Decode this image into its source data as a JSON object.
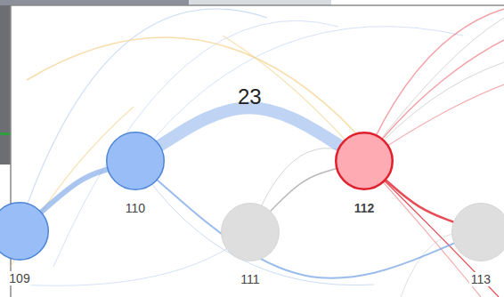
{
  "diagram": {
    "nodes": [
      {
        "text": [
          "109"
        ]
      },
      {
        "text": [
          "110"
        ]
      },
      {
        "text": [
          "111"
        ]
      },
      {
        "text": [
          "112"
        ]
      },
      {
        "text": [
          "113"
        ]
      }
    ],
    "edges": [
      {
        "from": 0,
        "to": 1,
        "arrow": "none"
      },
      {
        "from": 1,
        "to": 3,
        "arrow": "none",
        "label": "23"
      },
      {
        "from": 1,
        "to": 4,
        "arrow": "none"
      },
      {
        "from": 2,
        "to": 3,
        "arrow": "none"
      },
      {
        "from": 3,
        "to": 4,
        "arrow": "none"
      }
    ]
  }
}
